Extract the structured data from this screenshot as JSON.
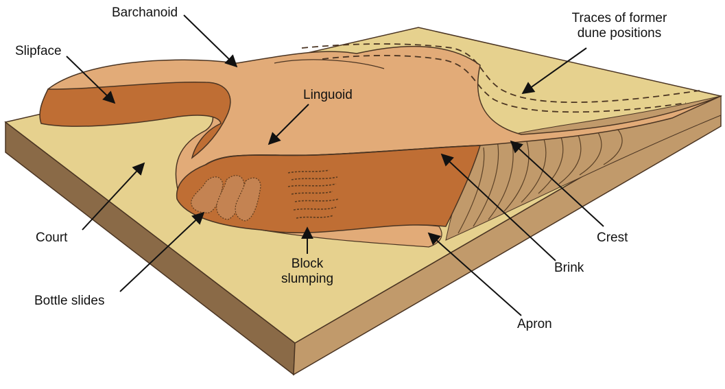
{
  "labels": {
    "barchanoid": "Barchanoid",
    "slipface": "Slipface",
    "traces_line1": "Traces of former",
    "traces_line2": "dune positions",
    "linguoid": "Linguoid",
    "court": "Court",
    "bottle_slides": "Bottle slides",
    "block_line1": "Block",
    "block_line2": "slumping",
    "brink": "Brink",
    "crest": "Crest",
    "apron": "Apron"
  },
  "colors": {
    "plain": "#e6d18e",
    "dune_top": "#e2ab78",
    "slipface": "#bf6e34",
    "block_front": "#8a6a47",
    "block_side": "#c19a6b",
    "outline": "#4a3422",
    "arrow": "#111111"
  }
}
